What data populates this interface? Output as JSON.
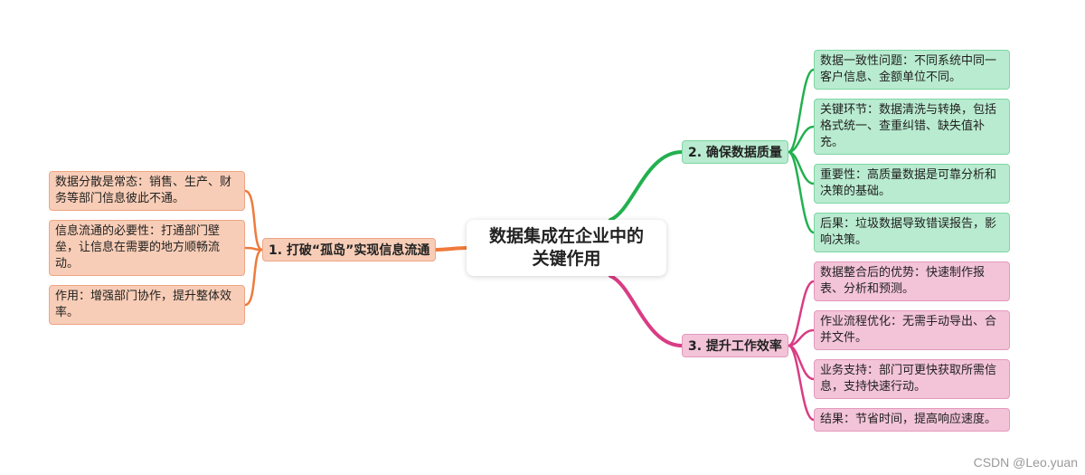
{
  "central": {
    "line1": "数据集成在企业中的",
    "line2": "关键作用"
  },
  "branches": [
    {
      "label": "1. 打破“孤岛”实现信息流通",
      "color": "#ef7a3b",
      "items": [
        "数据分散是常态：销售、生产、财务等部门信息彼此不通。",
        "信息流通的必要性：打通部门壁垒，让信息在需要的地方顺畅流动。",
        "作用：增强部门协作，提升整体效率。"
      ]
    },
    {
      "label": "2. 确保数据质量",
      "color": "#22b04f",
      "items": [
        "数据一致性问题：不同系统中同一客户信息、金额单位不同。",
        "关键环节：数据清洗与转换，包括格式统一、查重纠错、缺失值补充。",
        "重要性：高质量数据是可靠分析和决策的基础。",
        "后果：垃圾数据导致错误报告，影响决策。"
      ]
    },
    {
      "label": "3. 提升工作效率",
      "color": "#d93c84",
      "items": [
        "数据整合后的优势：快速制作报表、分析和预测。",
        "作业流程优化：无需手动导出、合并文件。",
        "业务支持：部门可更快获取所需信息，支持快速行动。",
        "结果：节省时间，提高响应速度。"
      ]
    }
  ],
  "watermark": "CSDN @Leo.yuan"
}
